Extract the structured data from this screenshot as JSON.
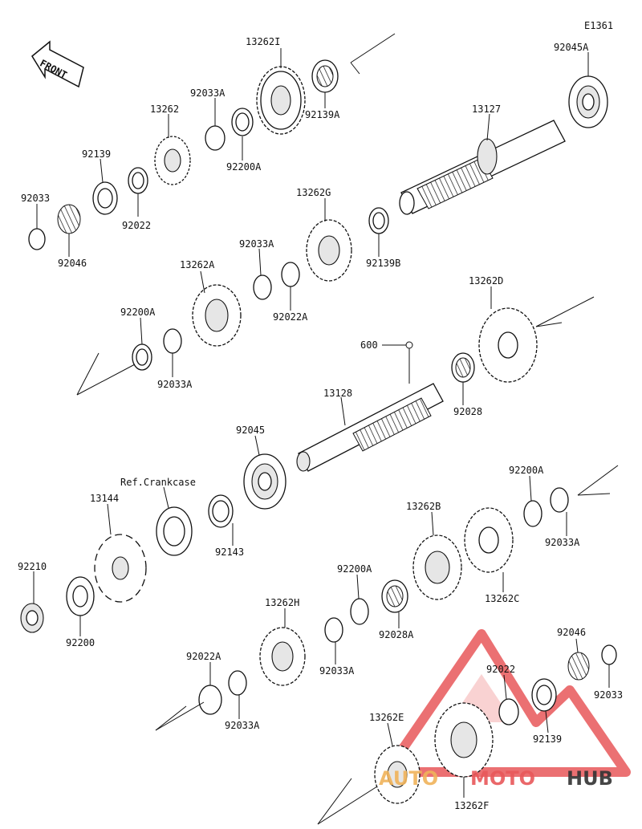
{
  "diagram_id": "E1361",
  "front_label": "FRONT",
  "ref_note": "Ref.Crankcase",
  "watermark": {
    "part1": "AUTO",
    "part2": "MOTO",
    "part3": "HUB",
    "color_red": "#e8585a",
    "color_orange": "#f0b35a",
    "color_dark": "#333333"
  },
  "labels": {
    "p13262I": "13262I",
    "p92045A": "92045A",
    "p92139A": "92139A",
    "p92033A_1": "92033A",
    "p13262": "13262",
    "p92200A_1": "92200A",
    "p13127": "13127",
    "p92139": "92139",
    "p92022_1": "92022",
    "p92033_1": "92033",
    "p92046_1": "92046",
    "p13262G": "13262G",
    "p92033A_2": "92033A",
    "p92139B": "92139B",
    "p13262A": "13262A",
    "p92022A_1": "92022A",
    "p13262D": "13262D",
    "p92200A_2": "92200A",
    "p92033A_3": "92033A",
    "p600": "600",
    "p13128": "13128",
    "p92028": "92028",
    "p92045": "92045",
    "p92200A_3": "92200A",
    "p13144": "13144",
    "p92143": "92143",
    "p13262B": "13262B",
    "p92033A_4": "92033A",
    "p92210": "92210",
    "p92200A_4": "92200A",
    "p13262C": "13262C",
    "p92200": "92200",
    "p13262H": "13262H",
    "p92028A": "92028A",
    "p92046_2": "92046",
    "p92022A_2": "92022A",
    "p92033A_5": "92033A",
    "p92022_2": "92022",
    "p92033A_6": "92033A",
    "p92033_2": "92033",
    "p13262E": "13262E",
    "p92139_2": "92139",
    "p13262F": "13262F"
  }
}
